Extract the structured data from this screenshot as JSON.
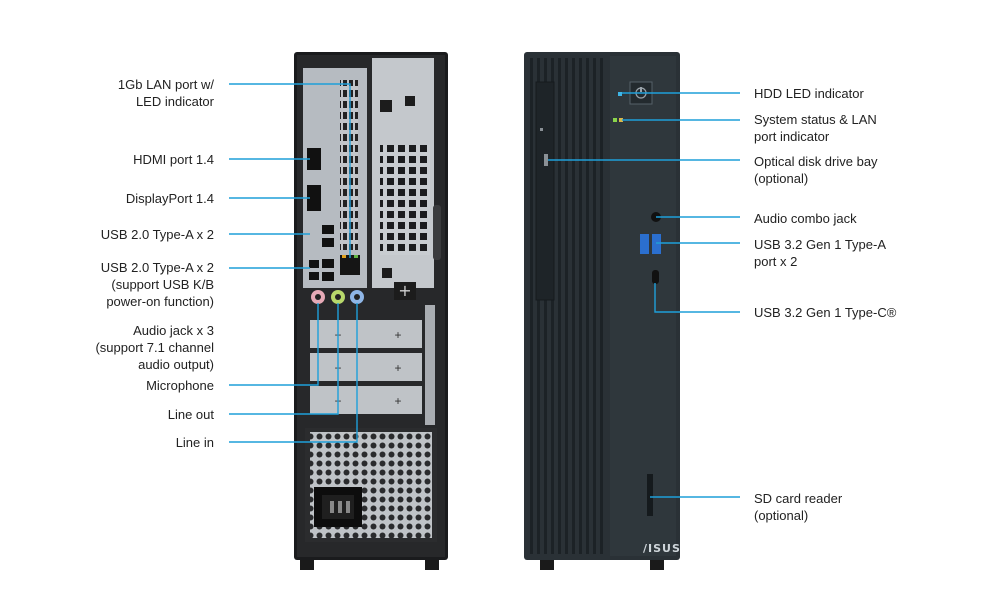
{
  "back_labels": [
    {
      "id": "lan",
      "text": "1Gb LAN port w/\nLED indicator"
    },
    {
      "id": "hdmi",
      "text": "HDMI port 1.4"
    },
    {
      "id": "dp",
      "text": "DisplayPort 1.4"
    },
    {
      "id": "usb2a",
      "text": "USB 2.0 Type-A x 2"
    },
    {
      "id": "usb2b",
      "text": "USB 2.0 Type-A x 2\n(support USB K/B\npower-on function)"
    },
    {
      "id": "audio",
      "text": "Audio jack x 3\n(support 7.1 channel\naudio output)"
    },
    {
      "id": "mic",
      "text": "Microphone"
    },
    {
      "id": "lineout",
      "text": "Line out"
    },
    {
      "id": "linein",
      "text": "Line in"
    }
  ],
  "front_labels": [
    {
      "id": "hdd",
      "text": "HDD LED indicator"
    },
    {
      "id": "status",
      "text": "System status & LAN\nport indicator"
    },
    {
      "id": "odd",
      "text": "Optical disk drive bay\n(optional)"
    },
    {
      "id": "combo",
      "text": "Audio combo jack"
    },
    {
      "id": "usb32a",
      "text": "USB 3.2 Gen 1 Type-A\nport x 2"
    },
    {
      "id": "usbc",
      "text": "USB 3.2 Gen 1 Type-C®"
    },
    {
      "id": "sd",
      "text": "SD card reader\n(optional)"
    }
  ],
  "brand": "/ISUS",
  "colors": {
    "callout": "#1f9fd9",
    "chassis": "#1a1b1d",
    "front_panel": "#2c3338",
    "io_plate": "#b9bec4"
  }
}
